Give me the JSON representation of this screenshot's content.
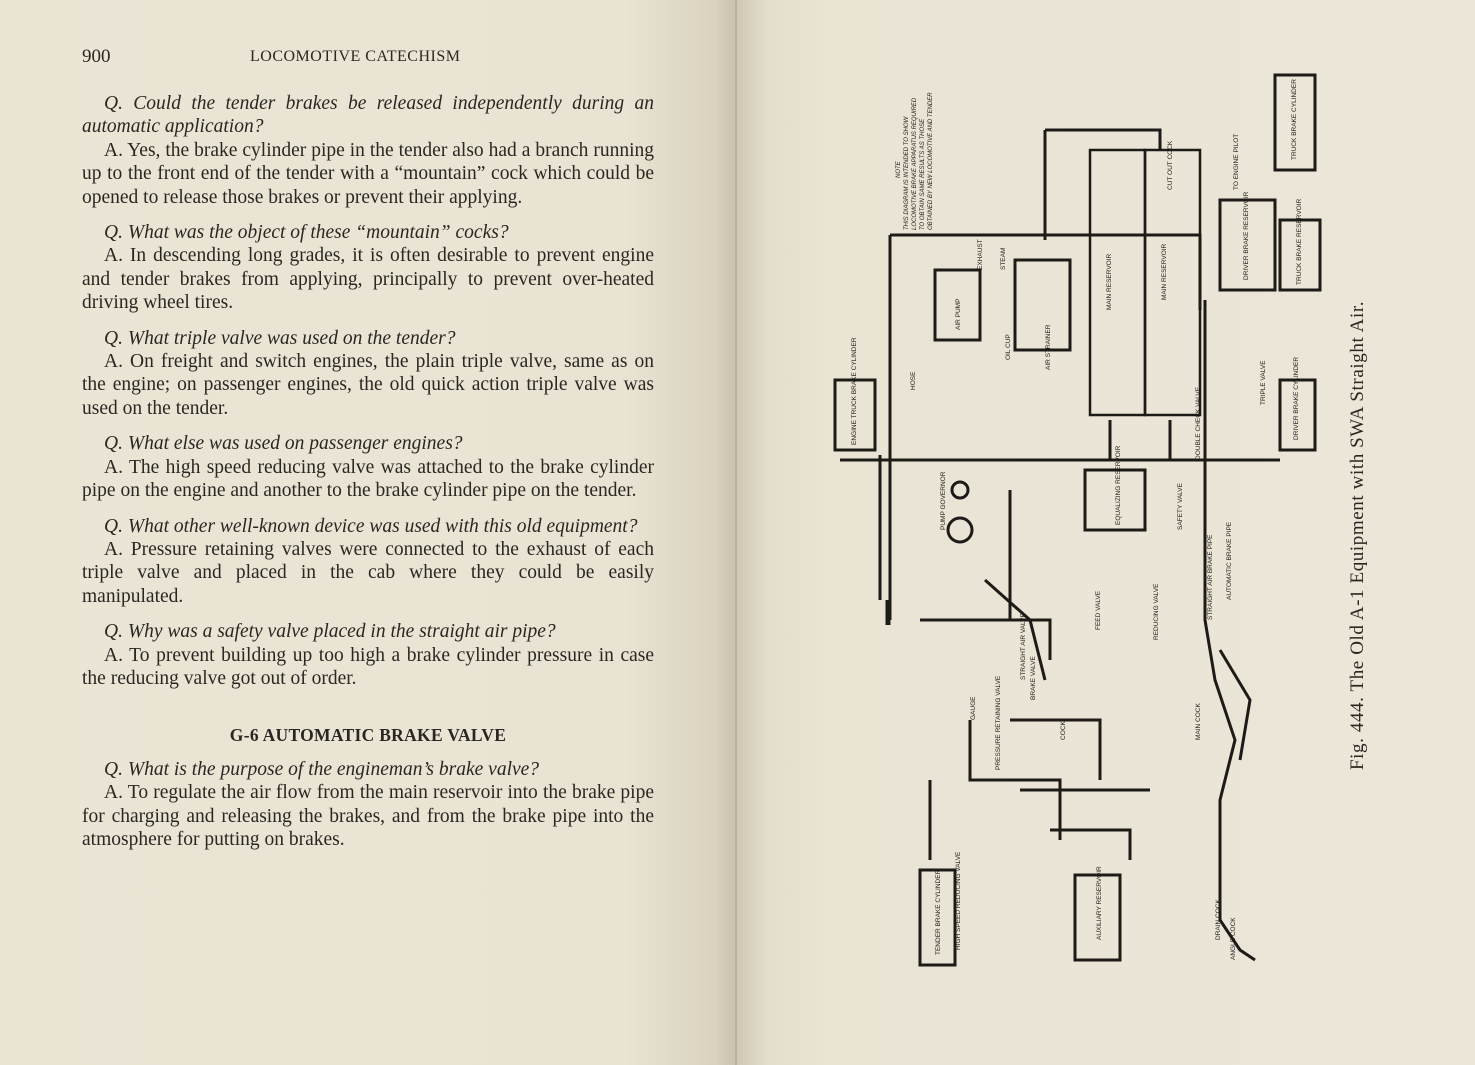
{
  "left_page": {
    "page_number": "900",
    "running_head": "LOCOMOTIVE CATECHISM",
    "qa": [
      {
        "q": "Q. Could the tender brakes be released independently during an automatic application?",
        "a": "A. Yes, the brake cylinder pipe in the tender also had a branch running up to the front end of the tender with a “mountain” cock which could be opened to release those brakes or prevent their applying."
      },
      {
        "q": "Q. What was the object of these “mountain” cocks?",
        "a": "A. In descending long grades, it is often desirable to prevent engine and tender brakes from applying, principally to prevent over-heated driving wheel tires."
      },
      {
        "q": "Q. What triple valve was used on the tender?",
        "a": "A. On freight and switch engines, the plain triple valve, same as on the engine; on passenger engines, the old quick action triple valve was used on the tender."
      },
      {
        "q": "Q. What else was used on passenger engines?",
        "a": "A. The high speed reducing valve was attached to the brake cylinder pipe on the engine and another to the brake cylinder pipe on the tender."
      },
      {
        "q": "Q. What other well-known device was used with this old equipment?",
        "a": "A. Pressure retaining valves were connected to the exhaust of each triple valve and placed in the cab where they could be easily manipulated."
      },
      {
        "q": "Q. Why was a safety valve placed in the straight air pipe?",
        "a": "A. To prevent building up too high a brake cylinder pressure in case the reducing valve got out of order."
      }
    ],
    "section_heading": "G-6 AUTOMATIC BRAKE VALVE",
    "section_qa": [
      {
        "q": "Q. What is the purpose of the engineman’s brake valve?",
        "a": "A. To regulate the air flow from the main reservoir into the brake pipe for charging and releasing the brakes, and from the brake pipe into the atmosphere for putting on brakes."
      }
    ]
  },
  "right_page": {
    "caption": "Fig. 444.   The Old A-1 Equipment with SWA Straight Air.",
    "note_lines": [
      "NOTE",
      "THIS DIAGRAM IS INTENDED TO SHOW",
      "LOCOMOTIVE BRAKE APPARATUS REQUIRED",
      "TO OBTAIN SAME RESULTS AS THOSE",
      "OBTAINED BY NEW LOCOMOTIVE AND TENDER"
    ],
    "labels": {
      "main_reservoir_1": "MAIN RESERVOIR",
      "main_reservoir_2": "MAIN RESERVOIR",
      "auxiliary_reservoir": "AUXILIARY RESERVOIR",
      "truck_brake_cylinder_1": "TRUCK BRAKE CYLINDER",
      "driver_brake_reservoir": "DRIVER BRAKE RESERVOIR",
      "truck_brake_reservoir": "TRUCK BRAKE RESERVOIR",
      "driver_brake_cylinder": "DRIVER BRAKE CYLINDER",
      "tender_brake_cylinder": "TENDER BRAKE CYLINDER",
      "engine_truck": "ENGINE TRUCK BRAKE CYLINDER",
      "air_pump": "AIR PUMP",
      "cut_out_cock": "CUT OUT COCK",
      "to_engine_pilot": "TO ENGINE PILOT",
      "triple_valve": "TRIPLE VALVE",
      "safety_valve": "SAFETY VALVE",
      "double_check_valve": "DOUBLE CHECK VALVE",
      "high_speed_reducing_valve": "HIGH SPEED REDUCING VALVE",
      "automatic_brake_pipe": "AUTOMATIC BRAKE PIPE",
      "straight_air_brake_pipe": "STRAIGHT AIR BRAKE PIPE",
      "equalizing_reservoir": "EQUALIZING RESERVOIR",
      "feed_valve": "FEED VALVE",
      "reducing_valve": "REDUCING VALVE",
      "main_cock": "MAIN COCK",
      "pump_governor": "PUMP GOVERNOR",
      "steam": "STEAM",
      "exhaust": "EXHAUST",
      "oil_cup": "OIL CUP",
      "air_strainer": "AIR STRAINER",
      "drain_cock": "DRAIN COCK",
      "angle_cock": "ANGLE COCK",
      "hose": "HOSE",
      "straight_air_valve": "STRAIGHT AIR VALVE",
      "gauge": "GAUGE",
      "brake_valve": "BRAKE VALVE",
      "retaining_valve": "PRESSURE RETAINING VALVE",
      "mountain_cock": "COCK"
    }
  }
}
